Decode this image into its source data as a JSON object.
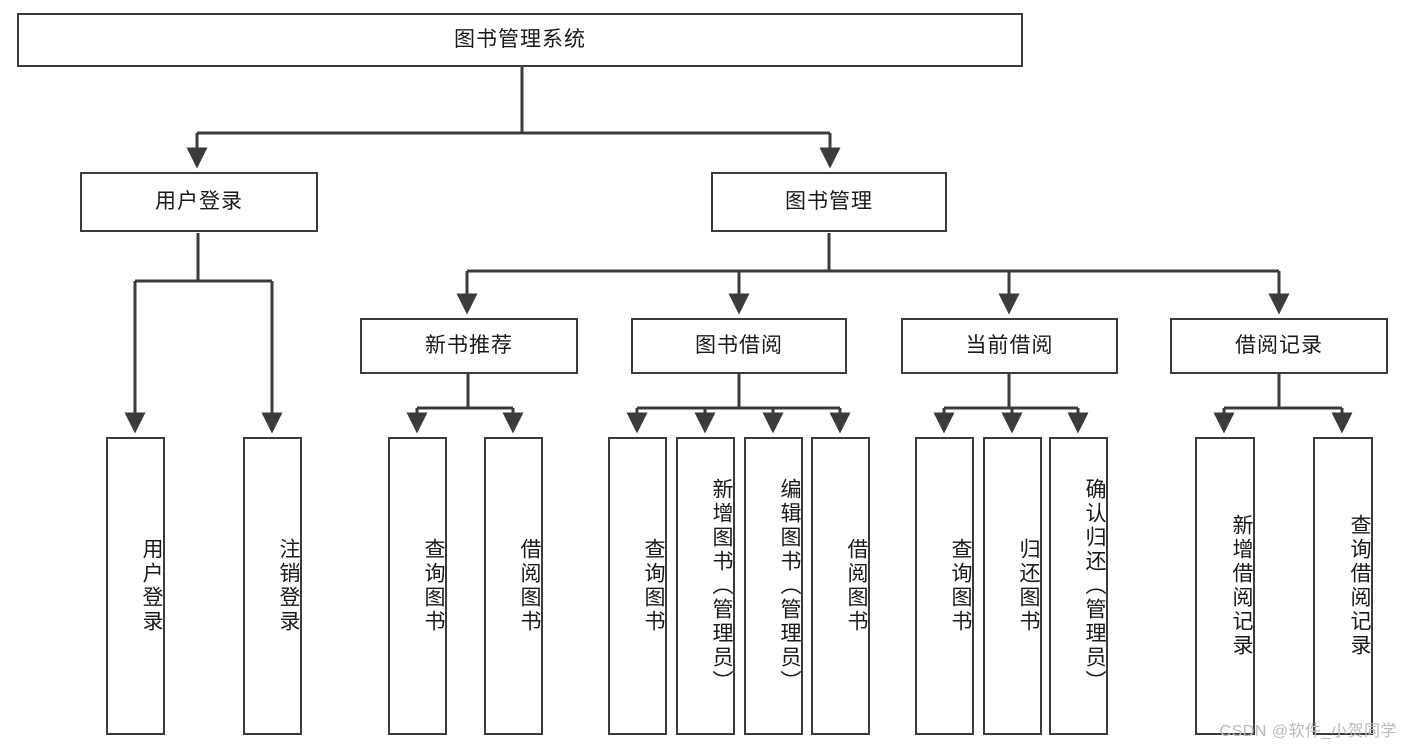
{
  "diagram": {
    "title": "图书管理系统",
    "type": "tree-hierarchy-functional-decomposition",
    "root": {
      "label": "图书管理系统"
    },
    "level2": [
      {
        "label": "用户登录"
      },
      {
        "label": "图书管理"
      }
    ],
    "level3": [
      {
        "label": "新书推荐"
      },
      {
        "label": "图书借阅"
      },
      {
        "label": "当前借阅"
      },
      {
        "label": "借阅记录"
      }
    ],
    "leaves": {
      "user_login": [
        {
          "label": "用户登录"
        },
        {
          "label": "注销登录"
        }
      ],
      "new_book_recommend": [
        {
          "label": "查询图书"
        },
        {
          "label": "借阅图书"
        }
      ],
      "book_borrow": [
        {
          "label": "查询图书"
        },
        {
          "label": "新增图书（管理员）"
        },
        {
          "label": "编辑图书（管理员）"
        },
        {
          "label": "借阅图书"
        }
      ],
      "current_borrow": [
        {
          "label": "查询图书"
        },
        {
          "label": "归还图书"
        },
        {
          "label": "确认归还（管理员）"
        }
      ],
      "borrow_record": [
        {
          "label": "新增借阅记录"
        },
        {
          "label": "查询借阅记录"
        }
      ]
    }
  },
  "watermark": {
    "text": "CSDN @软件_小贺同学"
  },
  "colors": {
    "stroke": "#3b3b3b",
    "fill": "#ffffff",
    "text": "#1a1a1a",
    "watermark": "#b9b9b9"
  }
}
